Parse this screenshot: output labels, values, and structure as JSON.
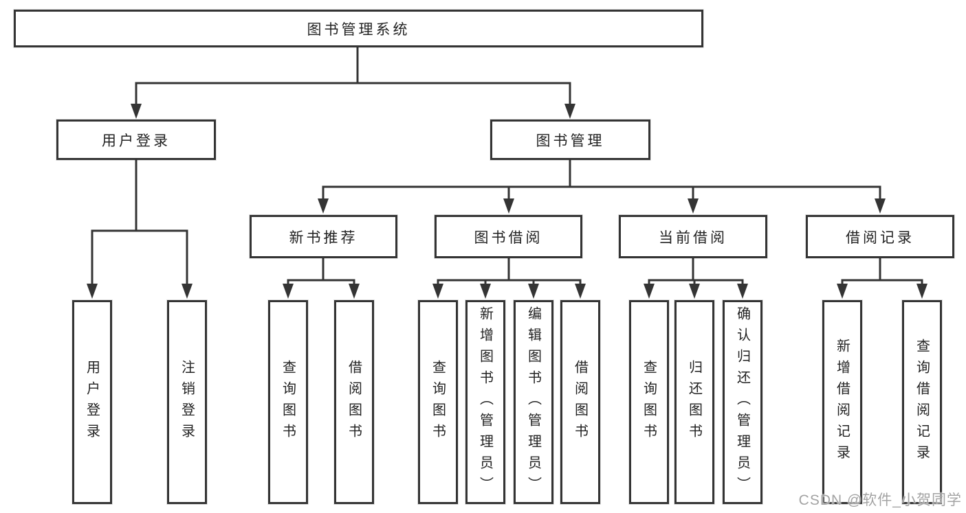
{
  "diagram": {
    "root": "图书管理系统",
    "level2": [
      {
        "label": "用户登录",
        "leaves": [
          "用户登录",
          "注销登录"
        ]
      },
      {
        "label": "图书管理",
        "groups": [
          {
            "label": "新书推荐",
            "leaves": [
              "查询图书",
              "借阅图书"
            ]
          },
          {
            "label": "图书借阅",
            "leaves": [
              "查询图书",
              "新增图书（管理员）",
              "编辑图书（管理员）",
              "借阅图书"
            ]
          },
          {
            "label": "当前借阅",
            "leaves": [
              "查询图书",
              "归还图书",
              "确认归还（管理员）"
            ]
          },
          {
            "label": "借阅记录",
            "leaves": [
              "新增借阅记录",
              "查询借阅记录"
            ]
          }
        ]
      }
    ],
    "colors": {
      "line": "#343434",
      "text": "#222222",
      "background": "#ffffff",
      "watermark": "#9e9e9e"
    },
    "watermark": "CSDN @软件_小贺同学"
  }
}
